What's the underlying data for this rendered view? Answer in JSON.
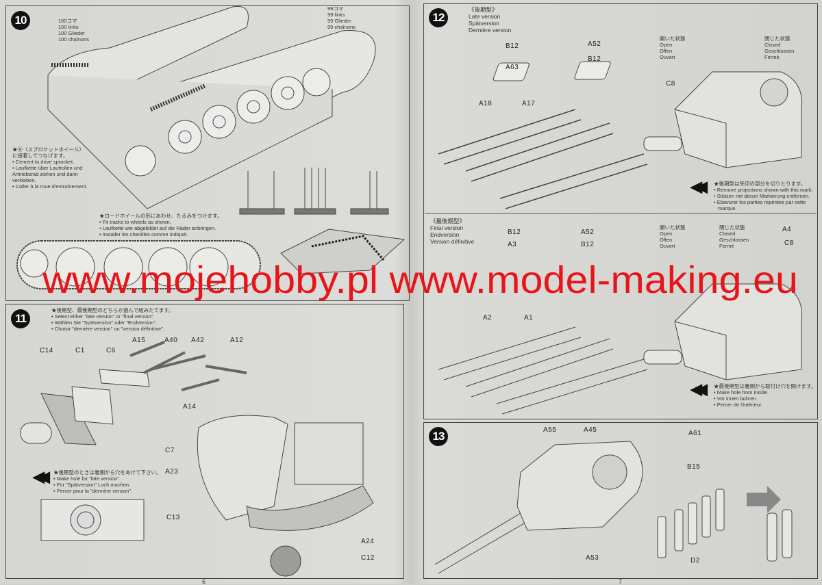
{
  "step10": {
    "number": "10",
    "links_100": [
      "100コマ",
      "100 links",
      "100 Glieder",
      "100 chaînons"
    ],
    "links_99": [
      "99コマ",
      "99 links",
      "99 Glieder",
      "99 chaînons"
    ],
    "note_sprocket": [
      "★Ⓐ（スプロケットホイール）",
      "に接着してつなげます。",
      "• Cement to drive sprocket.",
      "• Laufkette über Laufrollen und",
      "Antriebsrad ziehen und dann",
      "verkleben.",
      "• Coller à la roue d'entraînement."
    ],
    "note_fit": [
      "★ロードホイールの形にあわせ、たるみをつけます。",
      "• Fit tracks to wheels as shown.",
      "• Laufkette wie abgebildet auf die Räder anbringen.",
      "• Installer les chenilles comme indiqué."
    ]
  },
  "step11": {
    "number": "11",
    "header": [
      "★後期型、最後期型のどちらか選んで組みたてます。",
      "• Select either \"late version\" or \"final version\".",
      "• Wählen Sie \"Spätversion\" oder \"Endversion\".",
      "• Choisir \"dernière version\" ou \"version définitive\"."
    ],
    "parts": {
      "C14": "C14",
      "C1": "C1",
      "C6": "C6",
      "A15": "A15",
      "A40": "A40",
      "A42": "A42",
      "A12": "A12",
      "A14": "A14",
      "C7": "C7",
      "A23": "A23",
      "C13": "C13",
      "A24": "A24",
      "C12": "C12"
    },
    "note_late": [
      "★後期型のときは裏側から穴をあけて下さい。",
      "• Make hole for \"late version\".",
      "• Für \"Spätversion\" Loch machen.",
      "• Percer pour la \"dernière version\"."
    ]
  },
  "step12": {
    "number": "12",
    "late_header": [
      "《後期型》",
      "Late version",
      "Spätversion",
      "Dernière version"
    ],
    "final_header": [
      "《最後期型》",
      "Final version",
      "Endversion",
      "Version définitive"
    ],
    "open": [
      "開いた状態",
      "Open",
      "Offen",
      "Ouvert"
    ],
    "closed": [
      "閉じた状態",
      "Closed",
      "Geschlossen",
      "Fermé"
    ],
    "parts_late": {
      "B12a": "B12",
      "A63": "A63",
      "A52": "A52",
      "B12b": "B12",
      "C8": "C8",
      "A18": "A18",
      "A17": "A17"
    },
    "parts_final": {
      "B12a": "B12",
      "A3": "A3",
      "A52": "A52",
      "B12b": "B12",
      "A4": "A4",
      "C8": "C8",
      "A2": "A2",
      "A1": "A1"
    },
    "note_late": [
      "★後期型は矢印の部分を切りとります。",
      "• Remove projections shown with this mark.",
      "• Stützen mit dieser Markierung entfernen.",
      "• Ebavurer les parties repérées par cette",
      "marque."
    ],
    "note_final": [
      "★最後期型は裏側から取付け穴を開けます。",
      "• Make hole from inside.",
      "• Vor innen bohren.",
      "• Percer de l'intérieur."
    ]
  },
  "step13": {
    "number": "13",
    "parts": {
      "A55": "A55",
      "A45": "A45",
      "A61": "A61",
      "B15": "B15",
      "A53": "A53",
      "D2": "D2"
    }
  },
  "page_numbers": {
    "left": "6",
    "right": "7"
  },
  "watermark": "www.mojehobby.pl www.model-making.eu",
  "colors": {
    "watermark": "#e8141a",
    "paper": "#d8d8d4",
    "ink": "#222222"
  }
}
